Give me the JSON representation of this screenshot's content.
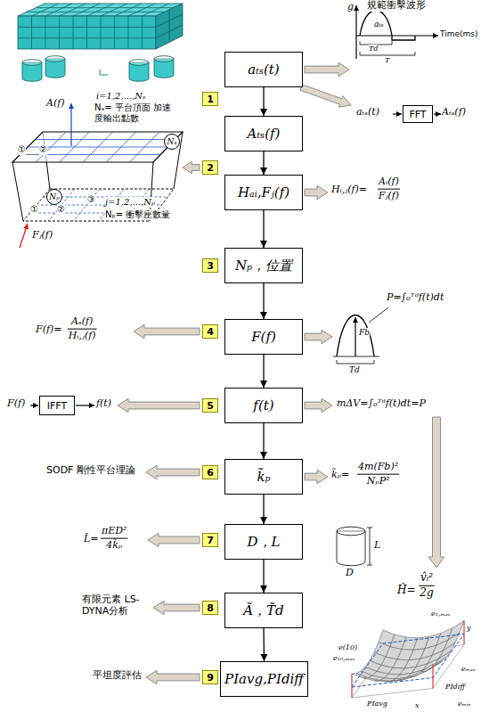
{
  "diagram": {
    "nodes": [
      {
        "text": [
          "aₜₛ(t)"
        ]
      },
      {
        "text": [
          "1"
        ]
      },
      {
        "text": [
          "Aₜₛ(f)"
        ]
      },
      {
        "text": [
          "2"
        ]
      },
      {
        "text": [
          "Hₐᵢ,Fⱼ(f)"
        ]
      },
      {
        "text": [
          "3"
        ]
      },
      {
        "text": [
          "Nₚ，位置"
        ]
      },
      {
        "text": [
          "4"
        ]
      },
      {
        "text": [
          "F(f)"
        ]
      },
      {
        "text": [
          "5"
        ]
      },
      {
        "text": [
          "f(t)"
        ]
      },
      {
        "text": [
          "6"
        ]
      },
      {
        "text": [
          "k̃ₚ"
        ]
      },
      {
        "text": [
          "7"
        ]
      },
      {
        "text": [
          "D，L"
        ]
      },
      {
        "text": [
          "8"
        ]
      },
      {
        "text": [
          "Ã，T̃d"
        ]
      },
      {
        "text": [
          "9"
        ]
      },
      {
        "text": [
          "PIavg,PIdiff"
        ]
      },
      {
        "text": [
          "FFT"
        ]
      },
      {
        "text": [
          "IFFT"
        ]
      },
      {
        "text": [
          "Nₛ"
        ]
      },
      {
        "text": [
          "Nₚ"
        ]
      }
    ],
    "edges": [
      {
        "from": 0,
        "to": 2,
        "arrow": "to"
      },
      {
        "from": 2,
        "to": 4,
        "arrow": "to"
      },
      {
        "from": 4,
        "to": 6,
        "arrow": "to"
      },
      {
        "from": 6,
        "to": 8,
        "arrow": "to"
      },
      {
        "from": 8,
        "to": 10,
        "arrow": "to"
      },
      {
        "from": 10,
        "to": 12,
        "arrow": "to"
      },
      {
        "from": 12,
        "to": 14,
        "arrow": "to"
      },
      {
        "from": 14,
        "to": 16,
        "arrow": "to"
      },
      {
        "from": 16,
        "to": 18,
        "arrow": "to"
      }
    ],
    "labels": [
      "規範衝擊波形",
      "g",
      "aₜₛ",
      "Time(ms)",
      "Td",
      "T",
      "aₜₛ(t)",
      "Aₜₛ(f)",
      "i=1,2,...,Nₛ",
      "Nₛ= 平台頂面 加速度輸出點數",
      "A(f)",
      "①",
      "②",
      "③",
      "①",
      "②",
      "j=1,2,...,Nₚ",
      "Nₚ= 衝擊座數量",
      "Fⱼ(f)",
      "Hᵢ,ⱼ(f)=",
      "Aᵢ(f)",
      "Fⱼ(f)",
      "F(f)=",
      "Aₛ(f)",
      "Hᵢ,ⱼ(f)",
      "P=∫₀ᵀᵈf(t)dt",
      "Fb",
      "Td",
      "F(f)",
      "f(t)",
      "mΔV=∫₀ᵀᵈf(t)dt=P",
      "SODF 剛性平台理論",
      "k̃ₚ=",
      "4m(Fb)²",
      "NₚP²",
      "L̂=",
      "πED²",
      "4k̂ₚ",
      "L",
      "D",
      "Ĥ=",
      "v̂ᵢ²",
      "2g",
      "有限元素 LS-DYNA分析",
      "平坦度評估",
      "e₁,ₘₐₓ",
      "y",
      "e(10)",
      "e₁₀,ₘₐₓ",
      "eₘₐₓ",
      "PIdiff",
      "eₘᵢₙ",
      "x",
      "PIavg"
    ]
  }
}
